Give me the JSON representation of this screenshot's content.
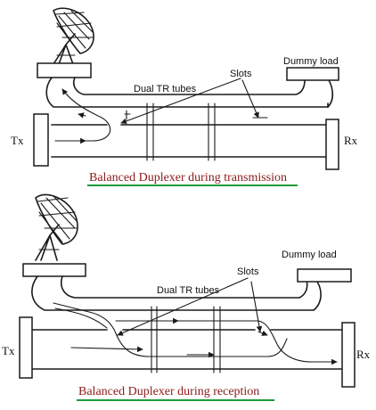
{
  "panels": [
    {
      "caption": "Balanced Duplexer during transmission",
      "tx_label": "Tx",
      "rx_label": "Rx",
      "dual_tr_label": "Dual TR tubes",
      "slots_label": "Slots",
      "dummy_label": "Dummy load"
    },
    {
      "caption": "Balanced Duplexer during reception",
      "tx_label": "Tx",
      "rx_label": "Rx",
      "dual_tr_label": "Dual TR tubes",
      "slots_label": "Slots",
      "dummy_label": "Dummy load"
    }
  ],
  "colors": {
    "caption_text": "#8b1a1a",
    "underline": "#1a9a3a",
    "ink": "#1a1a1a"
  }
}
